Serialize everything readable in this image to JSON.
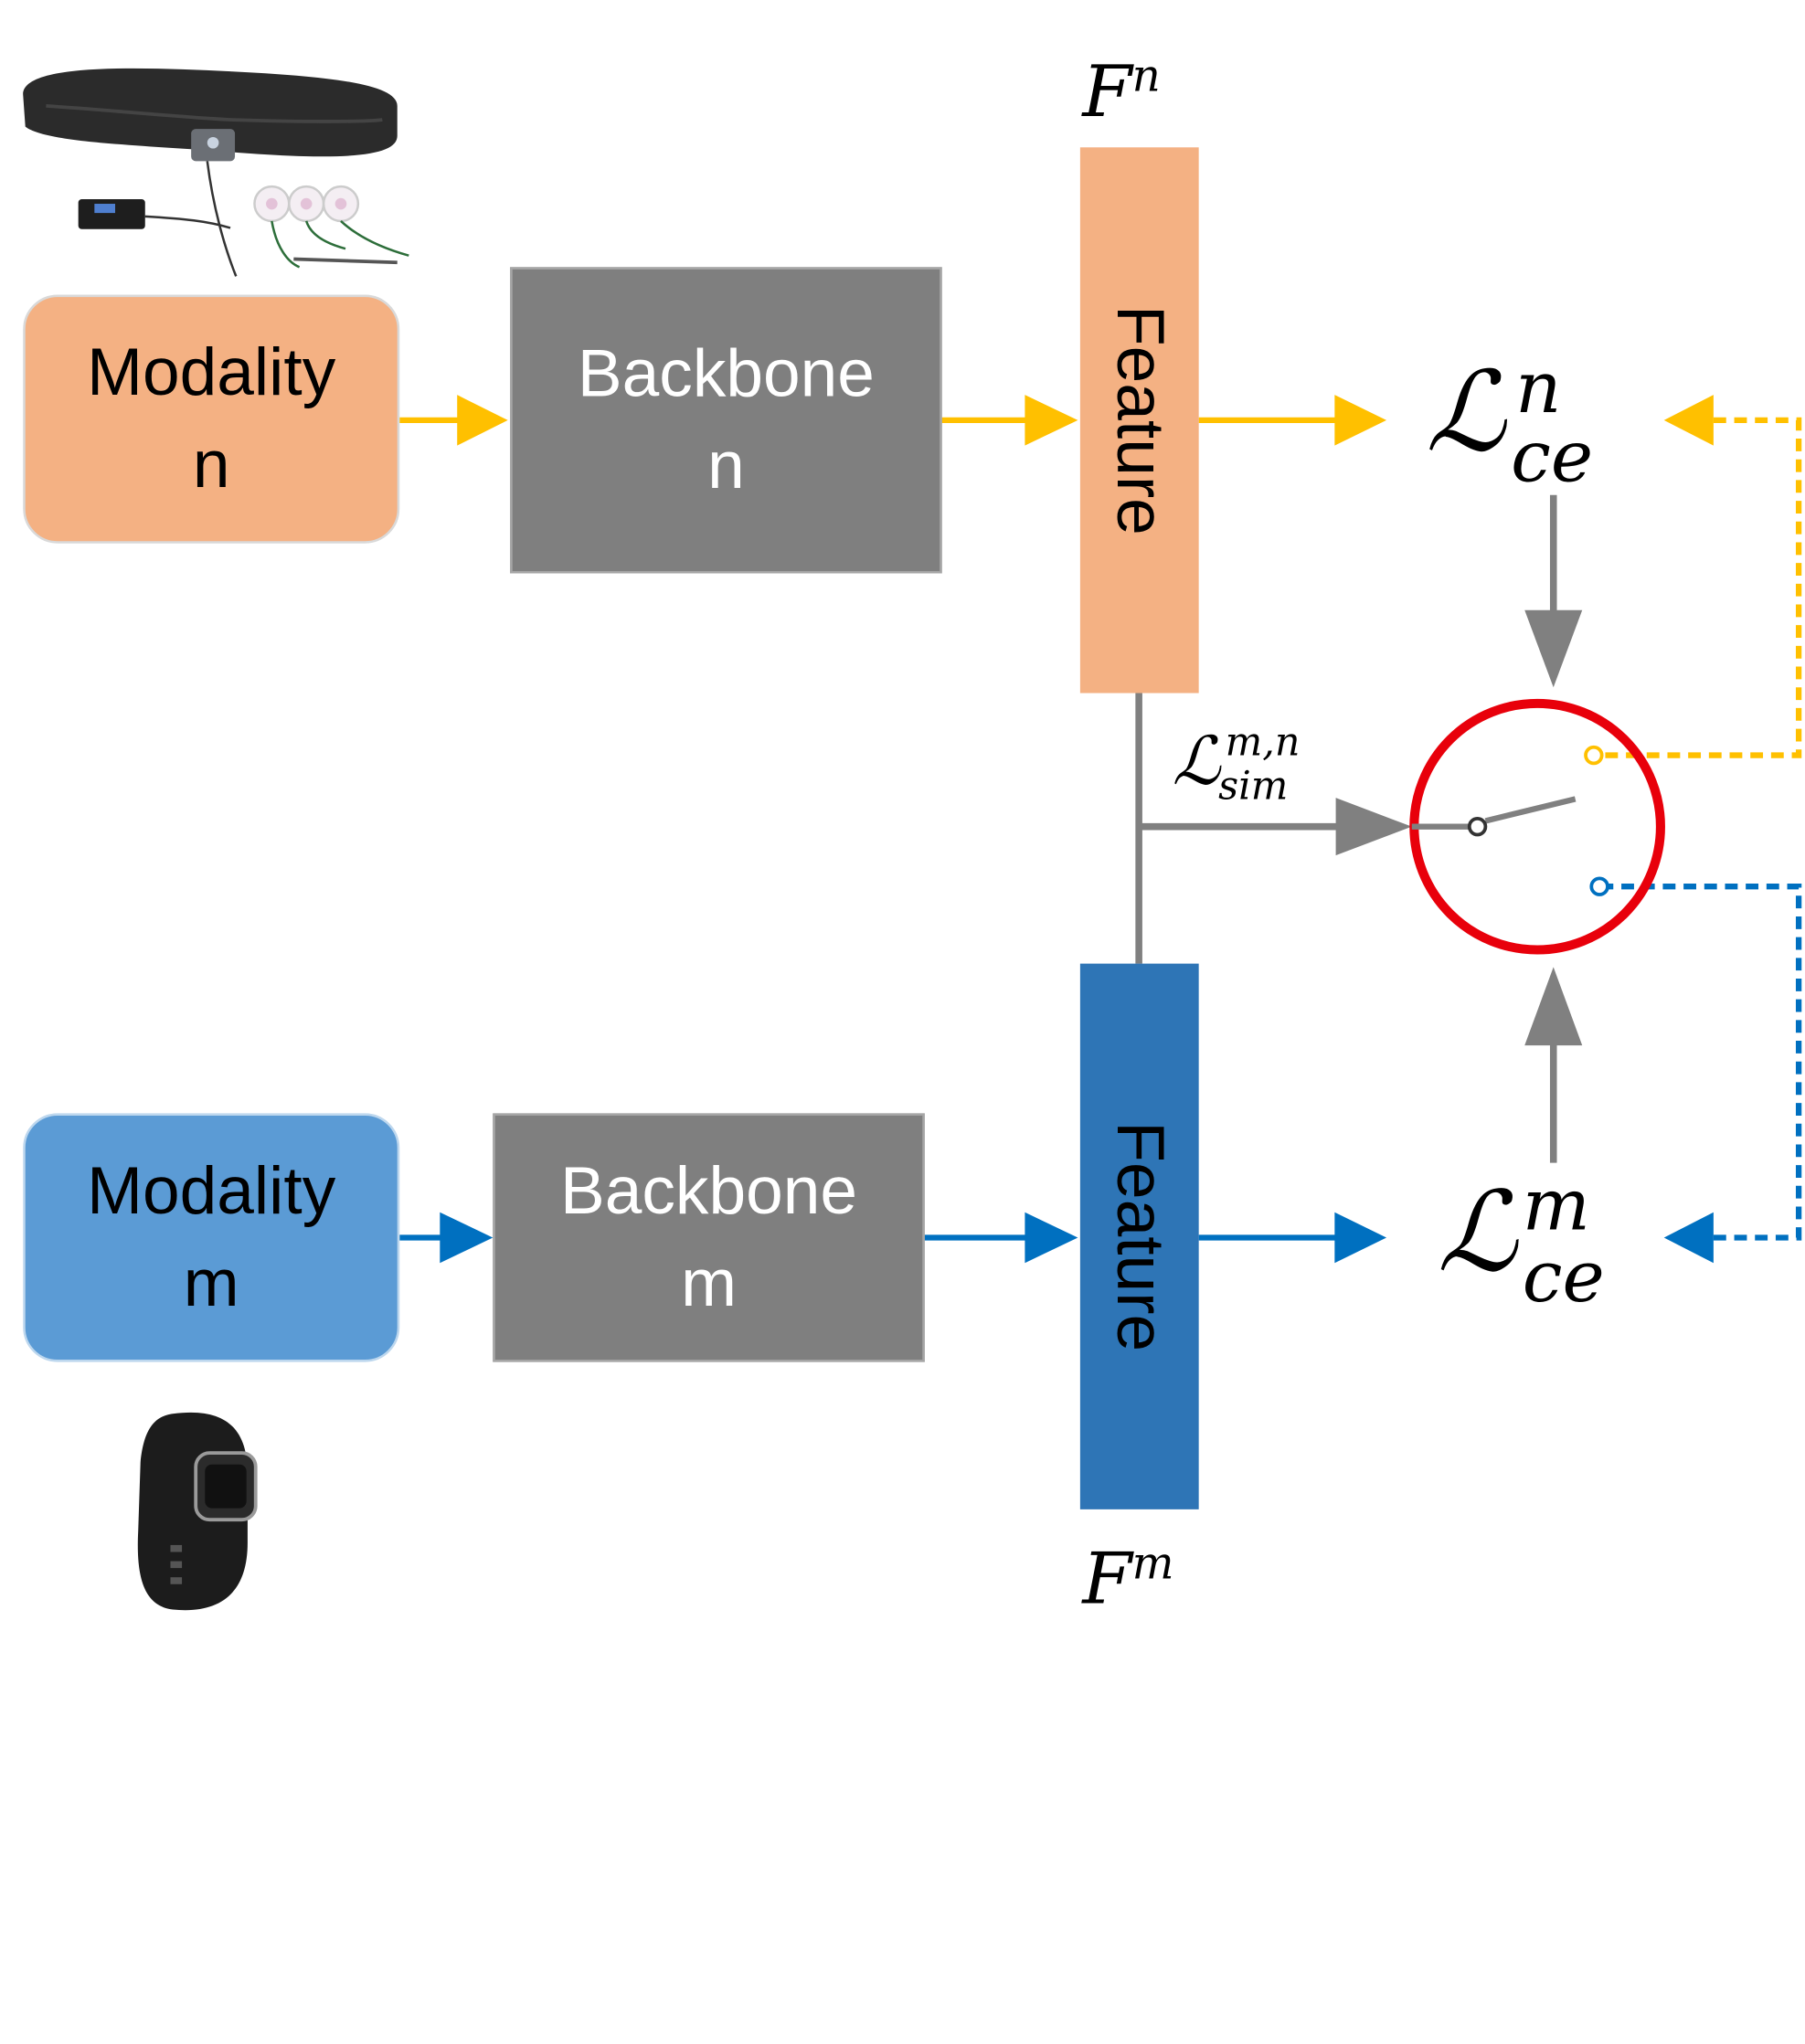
{
  "modality_n": {
    "line1": "Modality",
    "line2": "n"
  },
  "modality_m": {
    "line1": "Modality",
    "line2": "m"
  },
  "backbone_n": {
    "line1": "Backbone",
    "line2": "n"
  },
  "backbone_m": {
    "line1": "Backbone",
    "line2": "m"
  },
  "feature_n": {
    "label": "Feature",
    "symbol": "F",
    "sup": "n"
  },
  "feature_m": {
    "label": "Feature",
    "symbol": "F",
    "sup": "m"
  },
  "loss_ce_n": {
    "symbol": "ℒ",
    "sup": "n",
    "sub": "ce"
  },
  "loss_ce_m": {
    "symbol": "ℒ",
    "sup": "m",
    "sub": "ce"
  },
  "loss_sim": {
    "symbol": "ℒ",
    "sup": "m,n",
    "sub": "sim"
  },
  "devices": {
    "top": "chest-strap-ecg-sensor",
    "bottom": "wrist-fitness-band"
  },
  "colors": {
    "orange_flow": "#FFC000",
    "blue_flow": "#0070C0",
    "gray": "#808080",
    "switch_ring": "#E8000B"
  }
}
